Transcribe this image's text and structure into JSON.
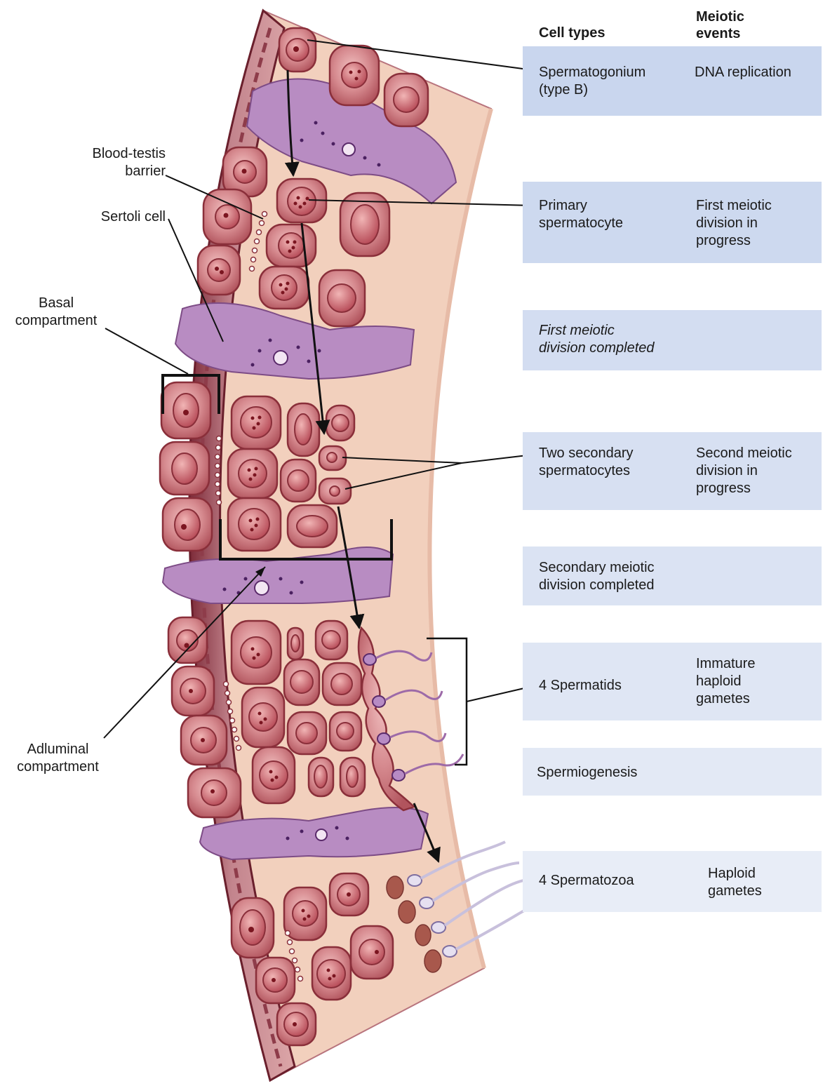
{
  "headers": {
    "cell_types": "Cell types",
    "meiotic_events": "Meiotic\nevents"
  },
  "left_labels": {
    "blood_testis_barrier": "Blood-testis\nbarrier",
    "sertoli_cell": "Sertoli cell",
    "basal_compartment": "Basal\ncompartment",
    "adluminal_compartment": "Adluminal\ncompartment"
  },
  "rows": [
    {
      "cell": "Spermatogonium\n(type B)",
      "event": "DNA replication",
      "italic": false,
      "color": "#c9d6ee"
    },
    {
      "cell": "Primary\nspermatocyte",
      "event": "First meiotic\ndivision in\nprogress",
      "italic": false,
      "color": "#cdd9ef"
    },
    {
      "cell": "First meiotic\ndivision completed",
      "event": "",
      "italic": true,
      "color": "#d3ddf1"
    },
    {
      "cell": "Two secondary\nspermatocytes",
      "event": "Second meiotic\ndivision in\nprogress",
      "italic": false,
      "color": "#d7e0f2"
    },
    {
      "cell": "Secondary meiotic\ndivision completed",
      "event": "",
      "italic": false,
      "color": "#dbe3f3"
    },
    {
      "cell": "4 Spermatids",
      "event": "Immature\nhaploid\ngametes",
      "italic": false,
      "color": "#dfe6f4"
    },
    {
      "cell": "Spermiogenesis",
      "event": "",
      "italic": false,
      "color": "#e3e9f5"
    },
    {
      "cell": "4 Spermatozoa",
      "event": "Haploid\ngametes",
      "italic": false,
      "color": "#e8edf7"
    }
  ],
  "colors": {
    "tissue": "#f0cbb8",
    "tubule_wall": "#c58890",
    "cell_fill": "#c66b73",
    "cell_border": "#8a2f3a",
    "sertoli": "#b98ac0",
    "nucleus": "#7b1520"
  }
}
